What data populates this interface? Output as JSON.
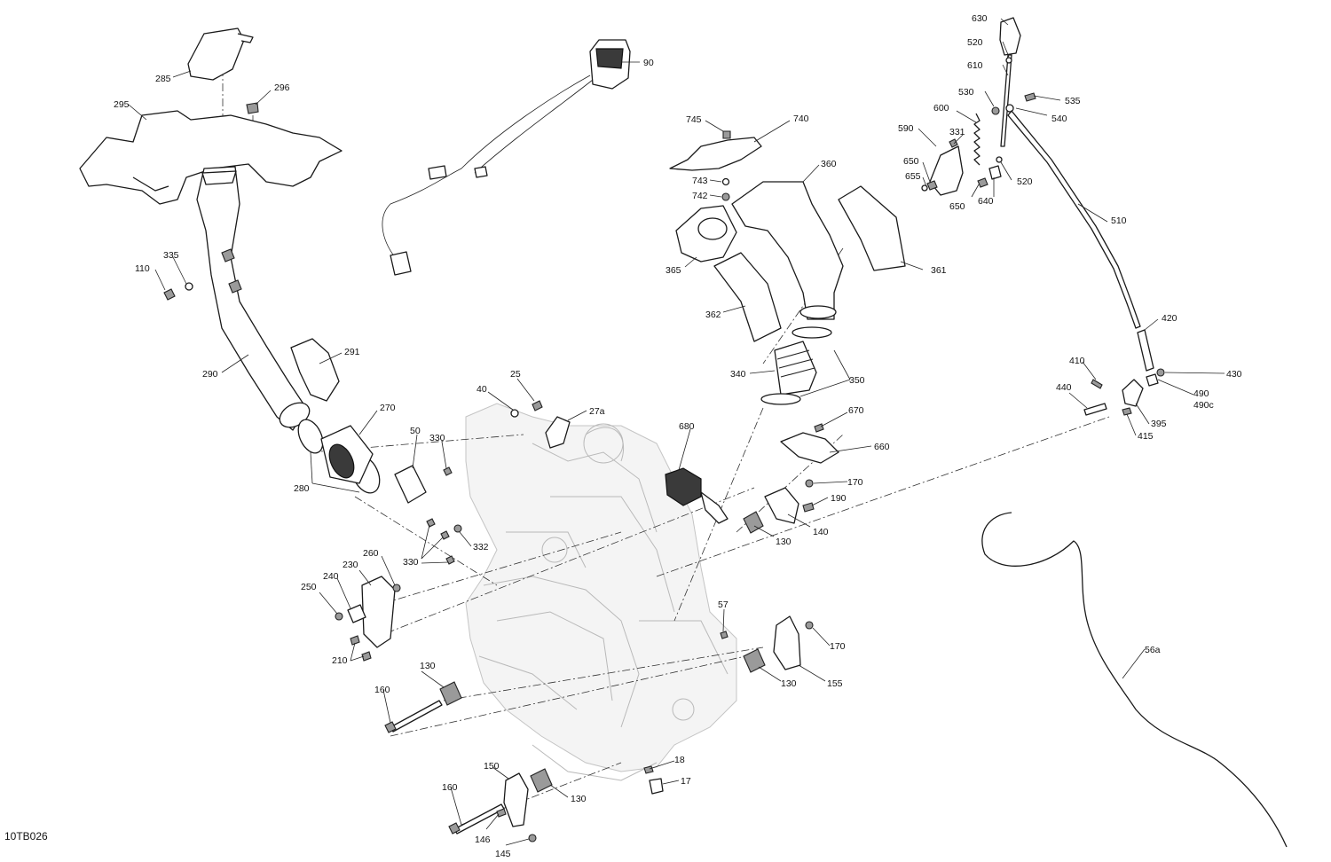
{
  "document_id": "10TB026",
  "callouts": [
    {
      "id": "c285",
      "text": "285"
    },
    {
      "id": "c296",
      "text": "296"
    },
    {
      "id": "c295",
      "text": "295"
    },
    {
      "id": "c90",
      "text": "90"
    },
    {
      "id": "c630",
      "text": "630"
    },
    {
      "id": "c520a",
      "text": "520"
    },
    {
      "id": "c610",
      "text": "610"
    },
    {
      "id": "c530",
      "text": "530"
    },
    {
      "id": "c535",
      "text": "535"
    },
    {
      "id": "c540",
      "text": "540"
    },
    {
      "id": "c600",
      "text": "600"
    },
    {
      "id": "c590",
      "text": "590"
    },
    {
      "id": "c331",
      "text": "331"
    },
    {
      "id": "c745",
      "text": "745"
    },
    {
      "id": "c740",
      "text": "740"
    },
    {
      "id": "c360",
      "text": "360"
    },
    {
      "id": "c743",
      "text": "743"
    },
    {
      "id": "c742",
      "text": "742"
    },
    {
      "id": "c650a",
      "text": "650"
    },
    {
      "id": "c655",
      "text": "655"
    },
    {
      "id": "c650b",
      "text": "650"
    },
    {
      "id": "c640",
      "text": "640"
    },
    {
      "id": "c520b",
      "text": "520"
    },
    {
      "id": "c365",
      "text": "365"
    },
    {
      "id": "c361",
      "text": "361"
    },
    {
      "id": "c510",
      "text": "510"
    },
    {
      "id": "c362",
      "text": "362"
    },
    {
      "id": "c110",
      "text": "110"
    },
    {
      "id": "c335",
      "text": "335"
    },
    {
      "id": "c290",
      "text": "290"
    },
    {
      "id": "c291",
      "text": "291"
    },
    {
      "id": "c420",
      "text": "420"
    },
    {
      "id": "c340",
      "text": "340"
    },
    {
      "id": "c350",
      "text": "350"
    },
    {
      "id": "c410",
      "text": "410"
    },
    {
      "id": "c430",
      "text": "430"
    },
    {
      "id": "c440",
      "text": "440"
    },
    {
      "id": "c490",
      "text": "490"
    },
    {
      "id": "c490c",
      "text": "490c"
    },
    {
      "id": "c395",
      "text": "395"
    },
    {
      "id": "c415",
      "text": "415"
    },
    {
      "id": "c25",
      "text": "25"
    },
    {
      "id": "c40",
      "text": "40"
    },
    {
      "id": "c27a",
      "text": "27a"
    },
    {
      "id": "c270",
      "text": "270"
    },
    {
      "id": "c50",
      "text": "50"
    },
    {
      "id": "c330a",
      "text": "330"
    },
    {
      "id": "c680",
      "text": "680"
    },
    {
      "id": "c670",
      "text": "670"
    },
    {
      "id": "c660",
      "text": "660"
    },
    {
      "id": "c280",
      "text": "280"
    },
    {
      "id": "c170a",
      "text": "170"
    },
    {
      "id": "c190",
      "text": "190"
    },
    {
      "id": "c140",
      "text": "140"
    },
    {
      "id": "c130a",
      "text": "130"
    },
    {
      "id": "c332",
      "text": "332"
    },
    {
      "id": "c330b",
      "text": "330"
    },
    {
      "id": "c260",
      "text": "260"
    },
    {
      "id": "c230",
      "text": "230"
    },
    {
      "id": "c240",
      "text": "240"
    },
    {
      "id": "c250",
      "text": "250"
    },
    {
      "id": "c57",
      "text": "57"
    },
    {
      "id": "c210",
      "text": "210"
    },
    {
      "id": "c170b",
      "text": "170"
    },
    {
      "id": "c130b",
      "text": "130"
    },
    {
      "id": "c155",
      "text": "155"
    },
    {
      "id": "c56a",
      "text": "56a"
    },
    {
      "id": "c130c",
      "text": "130"
    },
    {
      "id": "c160a",
      "text": "160"
    },
    {
      "id": "c18",
      "text": "18"
    },
    {
      "id": "c150",
      "text": "150"
    },
    {
      "id": "c17",
      "text": "17"
    },
    {
      "id": "c130d",
      "text": "130"
    },
    {
      "id": "c160b",
      "text": "160"
    },
    {
      "id": "c146",
      "text": "146"
    },
    {
      "id": "c145",
      "text": "145"
    }
  ]
}
